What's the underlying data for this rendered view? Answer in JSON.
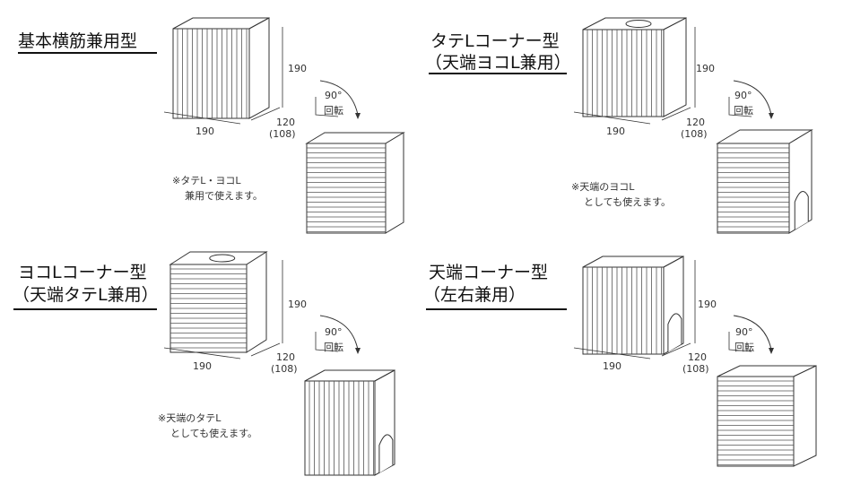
{
  "panels": [
    {
      "title_lines": [
        "基本横筋兼用型"
      ],
      "dims": {
        "height": "190",
        "width": "190",
        "depth": "120",
        "depth_alt": "(108)"
      },
      "rotation": {
        "angle": "90°",
        "label": "回転"
      },
      "note_lines": [
        "※タテL・ヨコL",
        "兼用で使えます。"
      ]
    },
    {
      "title_lines": [
        "タテLコーナー型",
        "（天端ヨコL兼用）"
      ],
      "dims": {
        "height": "190",
        "width": "190",
        "depth": "120",
        "depth_alt": "(108)"
      },
      "rotation": {
        "angle": "90°",
        "label": "回転"
      },
      "note_lines": [
        "※天端のヨコL",
        "としても使えます。"
      ]
    },
    {
      "title_lines": [
        "ヨコLコーナー型",
        "（天端タテL兼用）"
      ],
      "dims": {
        "height": "190",
        "width": "190",
        "depth": "120",
        "depth_alt": "(108)"
      },
      "rotation": {
        "angle": "90°",
        "label": "回転"
      },
      "note_lines": [
        "※天端のタテL",
        "としても使えます。"
      ]
    },
    {
      "title_lines": [
        "天端コーナー型",
        "（左右兼用）"
      ],
      "dims": {
        "height": "190",
        "width": "190",
        "depth": "120",
        "depth_alt": "(108)"
      },
      "rotation": {
        "angle": "90°",
        "label": "回転"
      },
      "note_lines": []
    }
  ]
}
